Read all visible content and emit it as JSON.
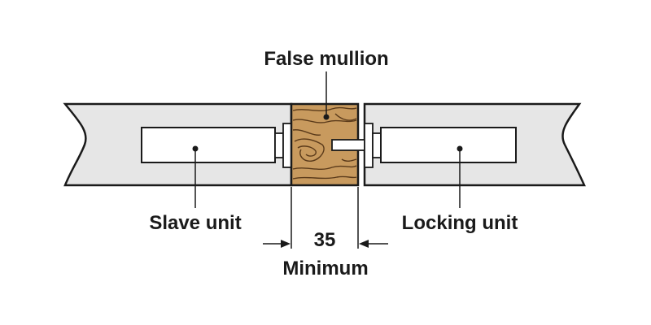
{
  "labels": {
    "false_mullion": "False mullion",
    "slave_unit": "Slave unit",
    "locking_unit": "Locking unit",
    "dimension_value": "35",
    "dimension_note": "Minimum"
  },
  "colors": {
    "door_fill": "#e6e6e6",
    "line": "#1a1a1a",
    "wood": "#c89a5e",
    "wood_grain": "#5a3a1a",
    "background": "#ffffff"
  }
}
